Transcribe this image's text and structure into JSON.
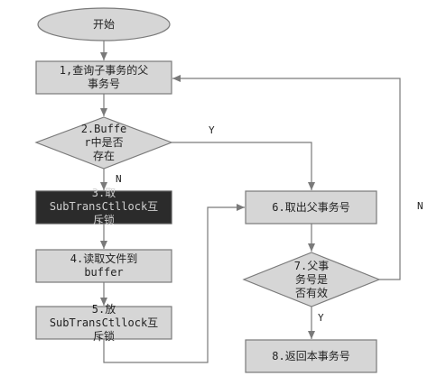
{
  "nodes": {
    "start": "开始",
    "query": "1,查询子事务的父\n事务号",
    "check": "2.Buffe\nr中是否\n存在",
    "lock": "3.取\nSubTransCtllock互\n斥锁",
    "read": "4.读取文件到\nbuffer",
    "release": "5.放\nSubTransCtllock互\n斥锁",
    "fetch": "6.取出父事务号",
    "valid": "7.父事\n务号是\n否有效",
    "return": "8.返回本事务号"
  },
  "edges": {
    "check_yes": "Y",
    "check_no": "N",
    "valid_no": "N",
    "valid_yes": "Y"
  },
  "colors": {
    "node_fill": "#d6d6d6",
    "dark_fill": "#2b2b2b",
    "stroke": "#7a7a7a"
  }
}
